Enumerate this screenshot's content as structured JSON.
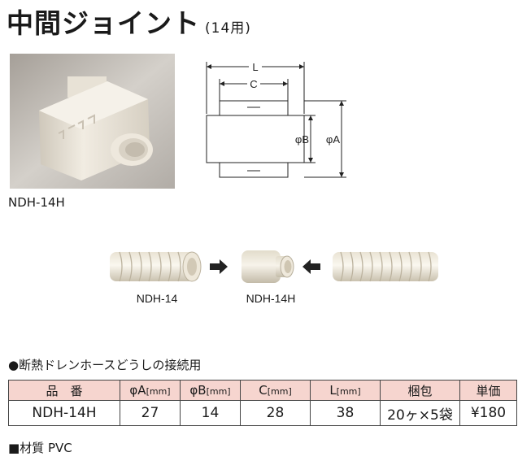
{
  "header": {
    "title": "中間ジョイント",
    "subtitle": "(14用)"
  },
  "photo": {
    "label": "NDH-14H"
  },
  "dimensions": {
    "L": "L",
    "C": "C",
    "B": "φB",
    "A": "φA"
  },
  "flow": {
    "left_label": "NDH-14",
    "center_label": "NDH-14H"
  },
  "usage_note": "●断熱ドレンホースどうしの接続用",
  "table": {
    "headers": [
      {
        "main": "品　番",
        "unit": ""
      },
      {
        "main": "φA",
        "unit": "[mm]"
      },
      {
        "main": "φB",
        "unit": "[mm]"
      },
      {
        "main": "C",
        "unit": "[mm]"
      },
      {
        "main": "L",
        "unit": "[mm]"
      },
      {
        "main": "梱包",
        "unit": ""
      },
      {
        "main": "単価",
        "unit": ""
      }
    ],
    "rows": [
      [
        "NDH-14H",
        "27",
        "14",
        "28",
        "38",
        "20ヶ×5袋",
        "¥180"
      ]
    ]
  },
  "material": "■材質 PVC",
  "colors": {
    "header_bg": "#f6d5cf",
    "part_color": "#ece6d6"
  }
}
